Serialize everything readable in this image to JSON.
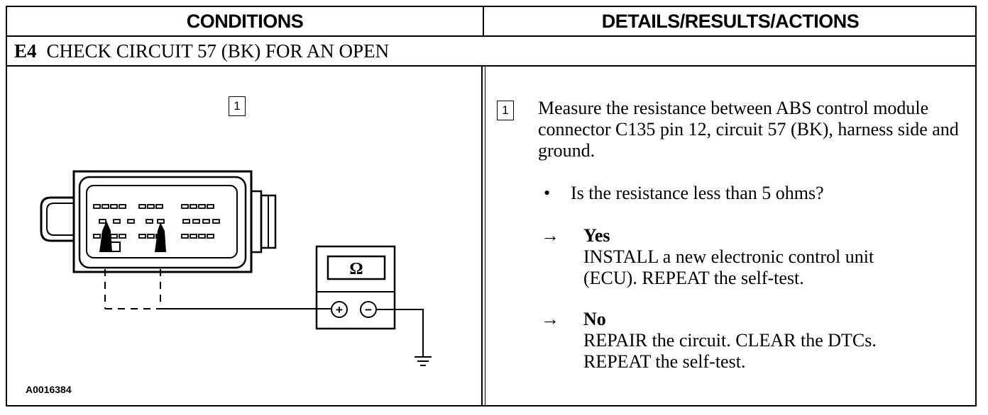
{
  "header": {
    "conditions": "CONDITIONS",
    "details": "DETAILS/RESULTS/ACTIONS"
  },
  "step": {
    "code": "E4",
    "title": "CHECK CIRCUIT 57 (BK) FOR AN OPEN"
  },
  "figure": {
    "callout": "1",
    "meter_symbol": "Ω",
    "plus": "+",
    "minus": "−",
    "figure_id": "A0016384"
  },
  "details": {
    "callout": "1",
    "instruction": "Measure the resistance between ABS control module connector C135 pin 12, circuit 57 (BK), harness side and ground.",
    "bullet": "•",
    "question": "Is the resistance less than 5 ohms?",
    "results": [
      {
        "arrow": "→",
        "label": "Yes",
        "lines": [
          "INSTALL a new electronic control unit",
          "(ECU). REPEAT the self-test."
        ]
      },
      {
        "arrow": "→",
        "label": "No",
        "lines": [
          "REPAIR the circuit. CLEAR the DTCs.",
          "REPEAT the self-test."
        ]
      }
    ]
  }
}
